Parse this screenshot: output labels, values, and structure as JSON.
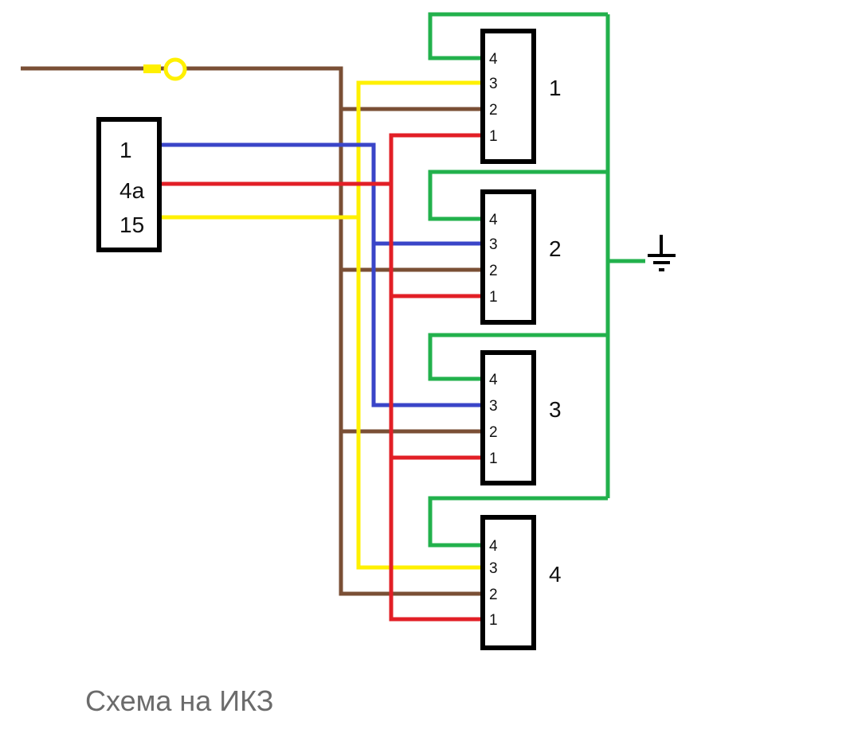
{
  "colors": {
    "brown": "#7a4f35",
    "yellow": "#fff000",
    "blue": "#3a45c8",
    "red": "#e21f26",
    "green": "#22b14c",
    "black": "#000000"
  },
  "switch_block": {
    "labels": [
      "1",
      "4a",
      "15"
    ]
  },
  "connectors": [
    {
      "label": "1",
      "pins": [
        "4",
        "3",
        "2",
        "1"
      ]
    },
    {
      "label": "2",
      "pins": [
        "4",
        "3",
        "2",
        "1"
      ]
    },
    {
      "label": "3",
      "pins": [
        "4",
        "3",
        "2",
        "1"
      ]
    },
    {
      "label": "4",
      "pins": [
        "4",
        "3",
        "2",
        "1"
      ]
    }
  ],
  "ground_icon": "ground-icon",
  "caption": "Схема на ИКЗ"
}
